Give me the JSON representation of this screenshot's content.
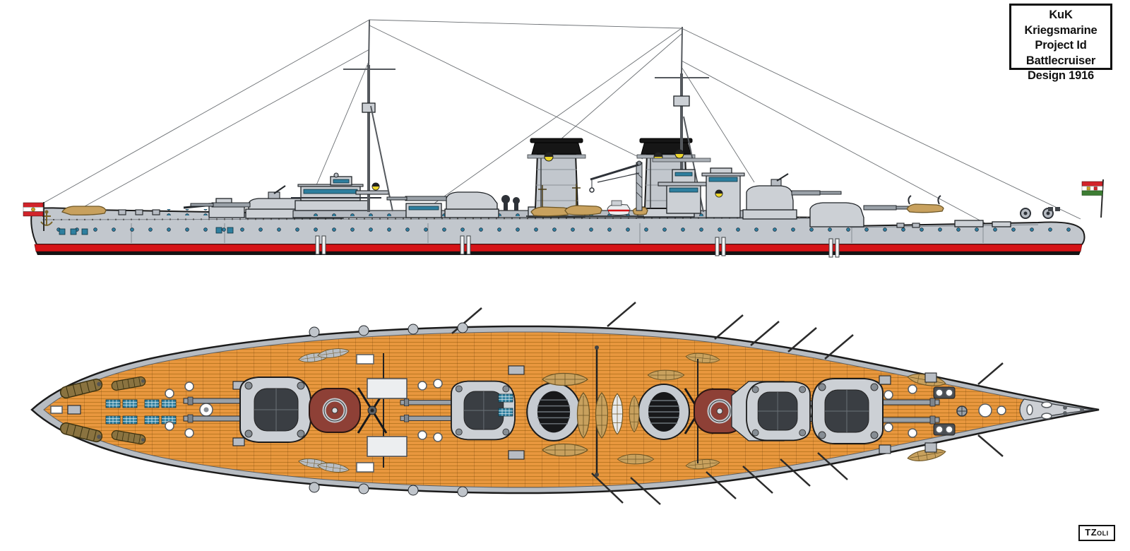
{
  "title_box": {
    "lines": [
      "KuK Kriegsmarine",
      "Project Id",
      "Battlecruiser",
      "Design 1916"
    ]
  },
  "signature": {
    "text": "TZoli"
  },
  "flags": {
    "bow": "austro-hungarian-naval-ensign",
    "stern": "hungarian-war-ensign"
  },
  "colors": {
    "hull_gray": "#c2c7cd",
    "superstructure_gray": "#ccd0d5",
    "deck_wood": "#e8973e",
    "deck_plank_line": "#b5731f",
    "deck_margin_gray": "#b7bcc2",
    "stern_deck_gray": "#cdd0d5",
    "waterline_red": "#d51317",
    "boot_black": "#141414",
    "funnel_cap_black": "#161616",
    "conning_tower_red": "#8e4036",
    "porthole_teal": "#2e7f9f",
    "boat_wood": "#c8a15e",
    "boat_wood_dark": "#6d5626",
    "searchlight_yellow": "#ecd52b",
    "flag_red": "#d2232a",
    "flag_white": "#ffffff",
    "flag_green": "#3d7d33",
    "flag_gold": "#c9a227",
    "rigging": "#6b6f73",
    "outline": "#1b1b1b"
  }
}
